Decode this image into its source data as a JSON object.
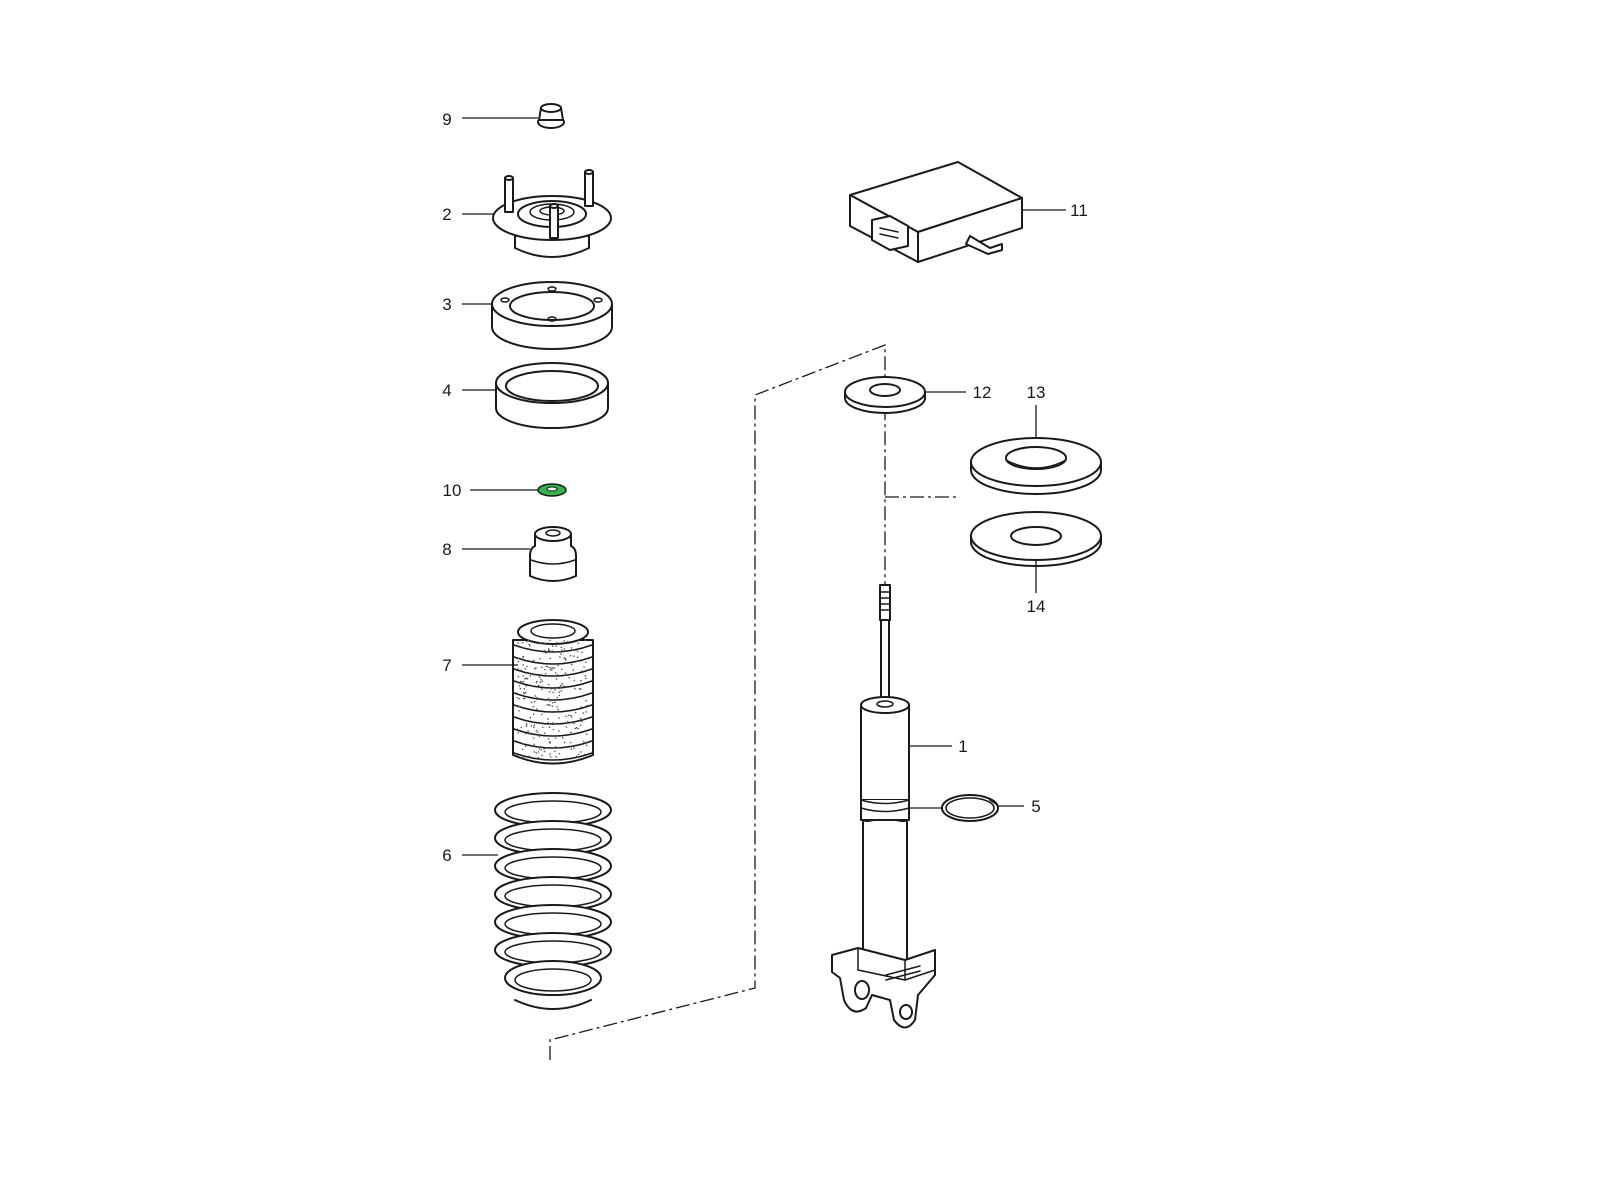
{
  "diagram": {
    "highlight_color": "#2fb34a",
    "highlighted_part": "10",
    "callouts": {
      "p1": "1",
      "p2": "2",
      "p3": "3",
      "p4": "4",
      "p5": "5",
      "p6": "6",
      "p7": "7",
      "p8": "8",
      "p9": "9",
      "p10": "10",
      "p11": "11",
      "p12": "12",
      "p13": "13",
      "p14": "14"
    }
  }
}
